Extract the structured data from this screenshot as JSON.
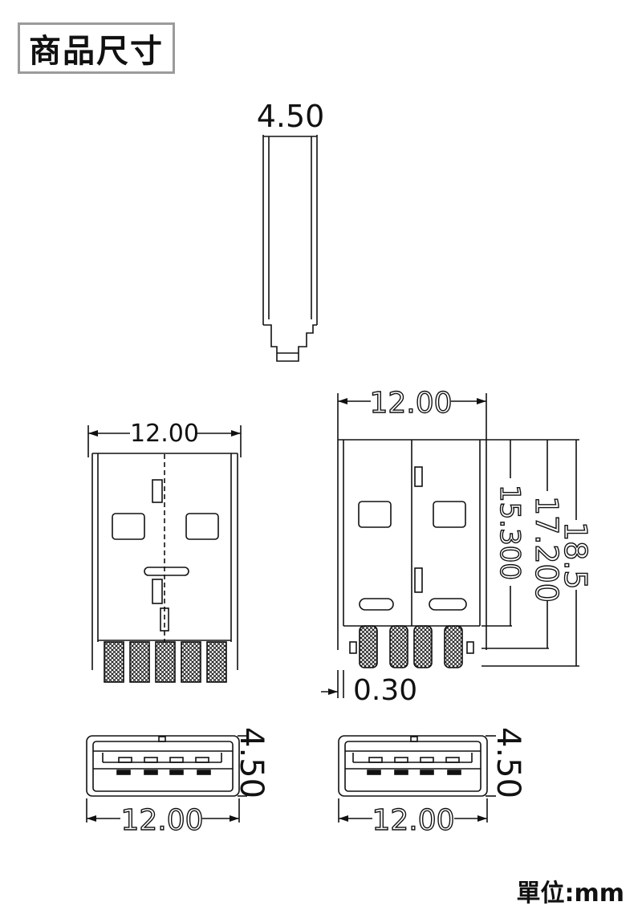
{
  "title": "商品尺寸",
  "unit": "單位:mm",
  "side_view": {
    "width": "4.50"
  },
  "top_view": {
    "width": "12.00"
  },
  "bottom_view": {
    "width": "12.00",
    "dim_a": "15.300",
    "dim_b": "17.200",
    "dim_c": "18.5",
    "offset": "0.30"
  },
  "front_left": {
    "width": "12.00",
    "height": "4.50"
  },
  "front_right": {
    "width": "12.00",
    "height": "4.50"
  }
}
